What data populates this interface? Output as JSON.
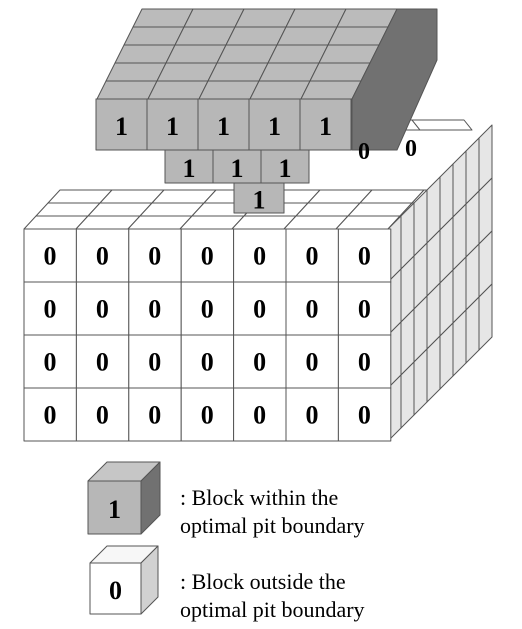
{
  "figure": {
    "inside_value": "1",
    "outside_value": "0",
    "inside_color": "#b7b7b7",
    "outside_color": "#ffffff",
    "line_color": "#555555",
    "front_grid": {
      "rows": [
        [
          "0",
          "0",
          "0",
          "0",
          "0",
          "0",
          "0"
        ],
        [
          "0",
          "0",
          "0",
          "0",
          "0",
          "0",
          "0"
        ],
        [
          "0",
          "0",
          "0",
          "0",
          "0",
          "0",
          "0"
        ],
        [
          "0",
          "0",
          "0",
          "0",
          "0",
          "0",
          "0"
        ]
      ]
    },
    "pit_bench_1": [
      "1",
      "1",
      "1",
      "1",
      "1"
    ],
    "pit_bench_2": [
      "1",
      "1",
      "1"
    ],
    "pit_bench_3": [
      "1"
    ],
    "back_marks": [
      "0",
      "0"
    ]
  },
  "legend": {
    "inside": {
      "value": "1",
      "line1": ": Block within the",
      "line2": "optimal pit boundary"
    },
    "outside": {
      "value": "0",
      "line1": ": Block outside the",
      "line2": "optimal pit boundary"
    }
  }
}
